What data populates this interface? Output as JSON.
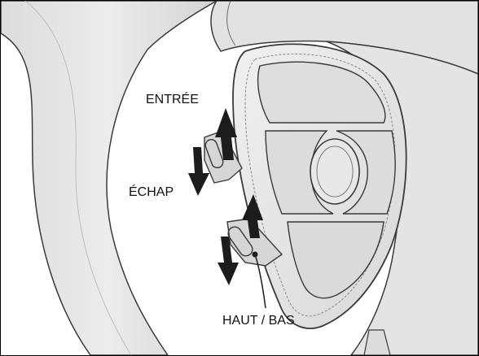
{
  "labels": {
    "enter": "ENTRÉE",
    "escape": "ÉCHAP",
    "up_down": "HAUT / BAS"
  },
  "colors": {
    "wheel_fill": "#e6e6e6",
    "wheel_shade": "#cfcfcf",
    "outline": "#3a3a3a",
    "arrow": "#1c1c1c",
    "border": "#000000"
  }
}
